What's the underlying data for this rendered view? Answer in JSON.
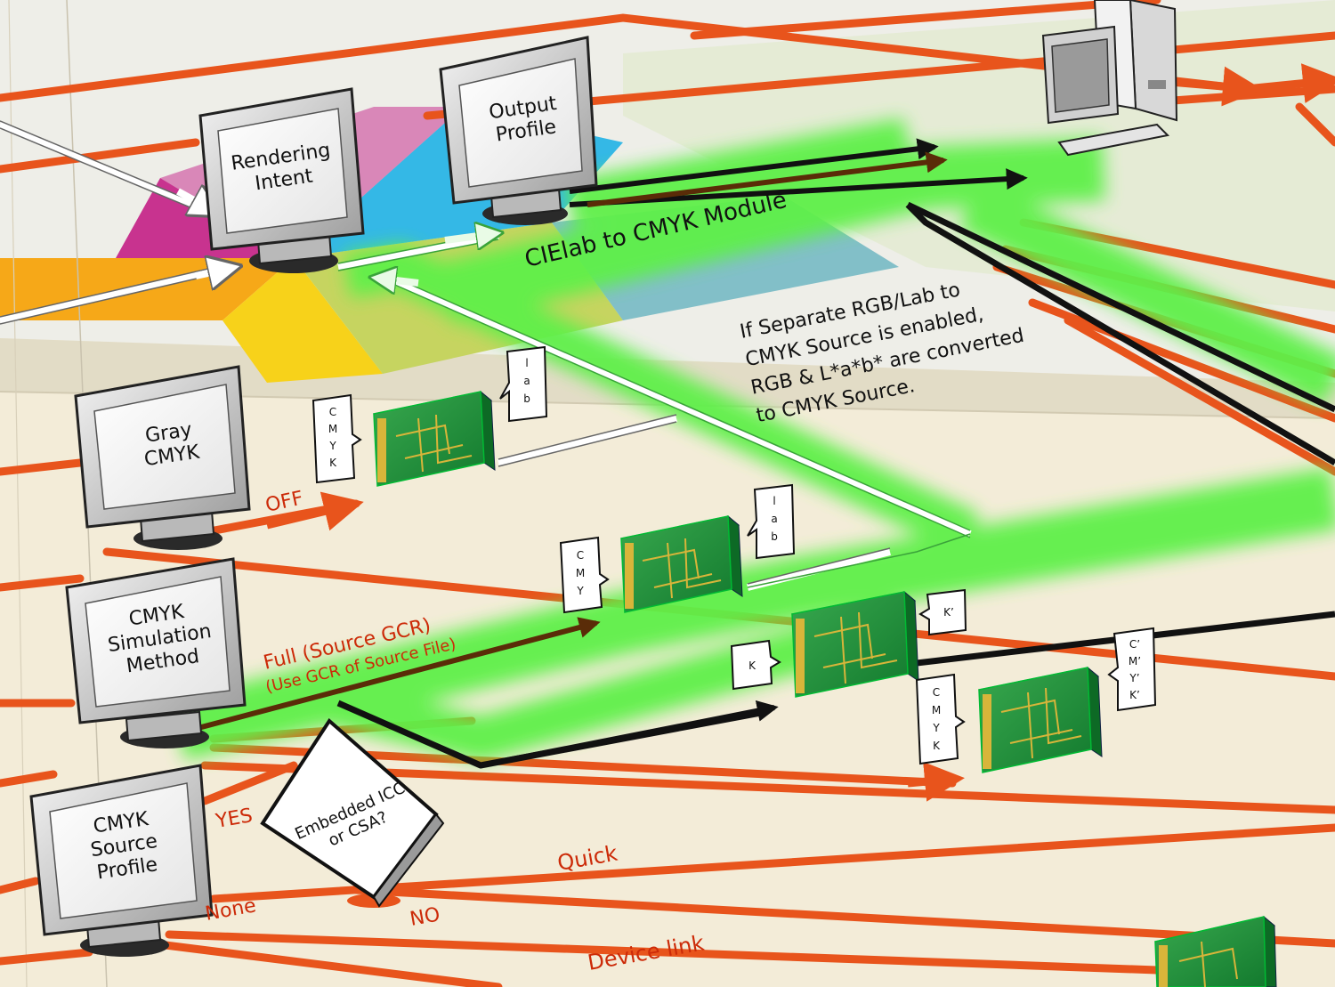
{
  "monitors": {
    "rendering_intent": [
      "Rendering",
      "Intent"
    ],
    "output_profile": [
      "Output",
      "Profile"
    ],
    "gray_cmyk": [
      "Gray",
      "CMYK"
    ],
    "cmyk_simulation_method": [
      "CMYK",
      "Simulation",
      "Method"
    ],
    "cmyk_source_profile": [
      "CMYK",
      "Source",
      "Profile"
    ]
  },
  "module_label": "CIElab to CMYK Module",
  "note_lines": [
    "If Separate RGB/Lab to",
    "CMYK Source is enabled,",
    "RGB & L*a*b* are converted",
    "to CMYK Source."
  ],
  "decision": [
    "Embedded ICC",
    "or CSA?"
  ],
  "routes": {
    "off": "OFF",
    "full": "Full (Source GCR)",
    "full_sub": "(Use GCR of Source File)",
    "yes": "YES",
    "no": "NO",
    "none": "None",
    "quick": "Quick",
    "device_link": "Device link"
  },
  "signals": {
    "lab": [
      "l",
      "a",
      "b"
    ],
    "cmyk": [
      "C",
      "M",
      "Y",
      "K"
    ],
    "cmy": [
      "C",
      "M",
      "Y"
    ],
    "k": "K",
    "k_prime": "K’",
    "cmyk_prime": [
      "C’",
      "M’",
      "Y’",
      "K’"
    ]
  },
  "colors": {
    "background": "#f3ecd8",
    "route_orange": "#e8541c",
    "glow_green": "#5ef04a",
    "circuit_green": "#1f8a3a",
    "cyan": "#34b8e6",
    "magenta": "#c8338f",
    "yellow": "#f7d21a",
    "orange_wedge": "#f6a818"
  }
}
